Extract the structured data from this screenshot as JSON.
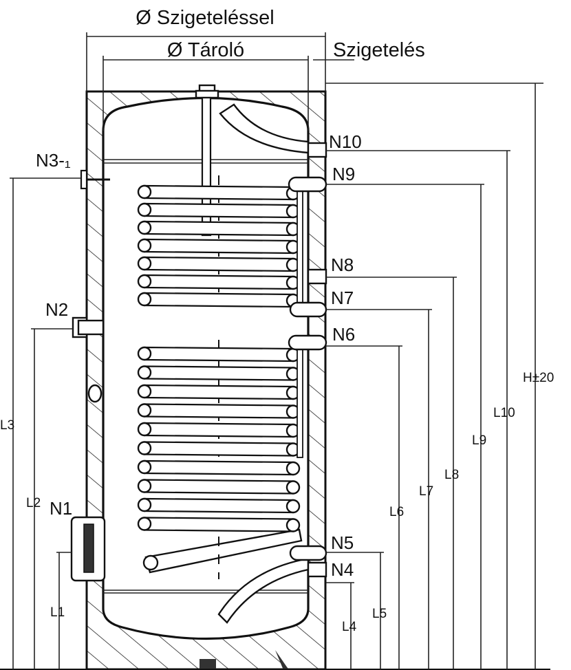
{
  "title_outer": "Ø Szigeteléssel",
  "title_inner": "Ø Tároló",
  "insulation_label": "Szigetelés",
  "nozzles": {
    "n1": "N1",
    "n2": "N2",
    "n3": "N3-₁",
    "n4": "N4",
    "n5": "N5",
    "n6": "N6",
    "n7": "N7",
    "n8": "N8",
    "n9": "N9",
    "n10": "N10"
  },
  "dimensions": {
    "l1": "L1",
    "l2": "L2",
    "l3": "L3",
    "l4": "L4",
    "l5": "L5",
    "l6": "L6",
    "l7": "L7",
    "l8": "L8",
    "l9": "L9",
    "l10": "L10",
    "h": "H±20"
  }
}
